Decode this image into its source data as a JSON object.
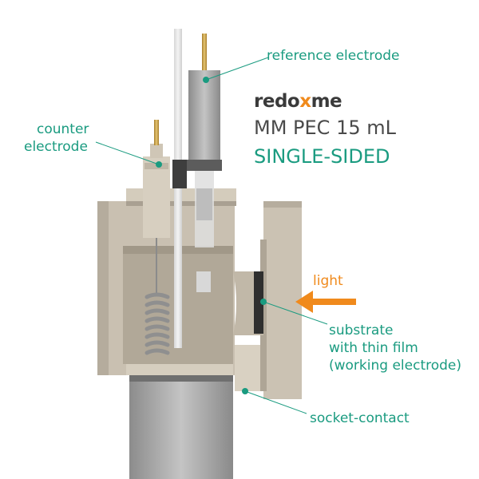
{
  "colors": {
    "label_teal": "#1a9b80",
    "light_orange": "#f08a1c",
    "body_beige": "#c9c0b1",
    "body_shadow": "#a9a092",
    "steel": "#9a9a9a",
    "brass": "#c9a24a",
    "brand_dark": "#3a3a3a"
  },
  "brand": {
    "logo_prefix": "redo",
    "logo_accent": "x",
    "logo_suffix": "me",
    "product": "MM PEC 15 mL",
    "variant": "SINGLE-SIDED"
  },
  "labels": {
    "reference_electrode": "reference electrode",
    "counter_line1": "counter",
    "counter_line2": "electrode",
    "light": "light",
    "substrate_line1": "substrate",
    "substrate_line2": "with thin film",
    "substrate_line3": "(working electrode)",
    "socket_contact": "socket-contact"
  },
  "icons": [
    "light-arrow-icon"
  ]
}
